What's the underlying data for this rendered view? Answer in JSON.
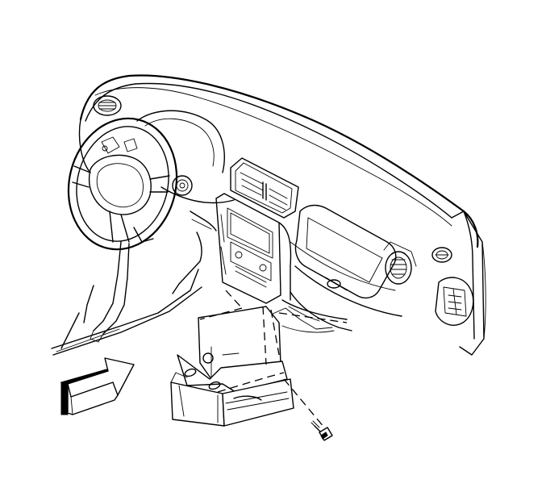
{
  "figure": {
    "colors": {
      "ink": "#000000",
      "paper": "#ffffff"
    },
    "parts": [
      "instrument-panel",
      "steering-wheel",
      "center-console-bracket",
      "fastener-bolt",
      "direction-arrow"
    ]
  }
}
